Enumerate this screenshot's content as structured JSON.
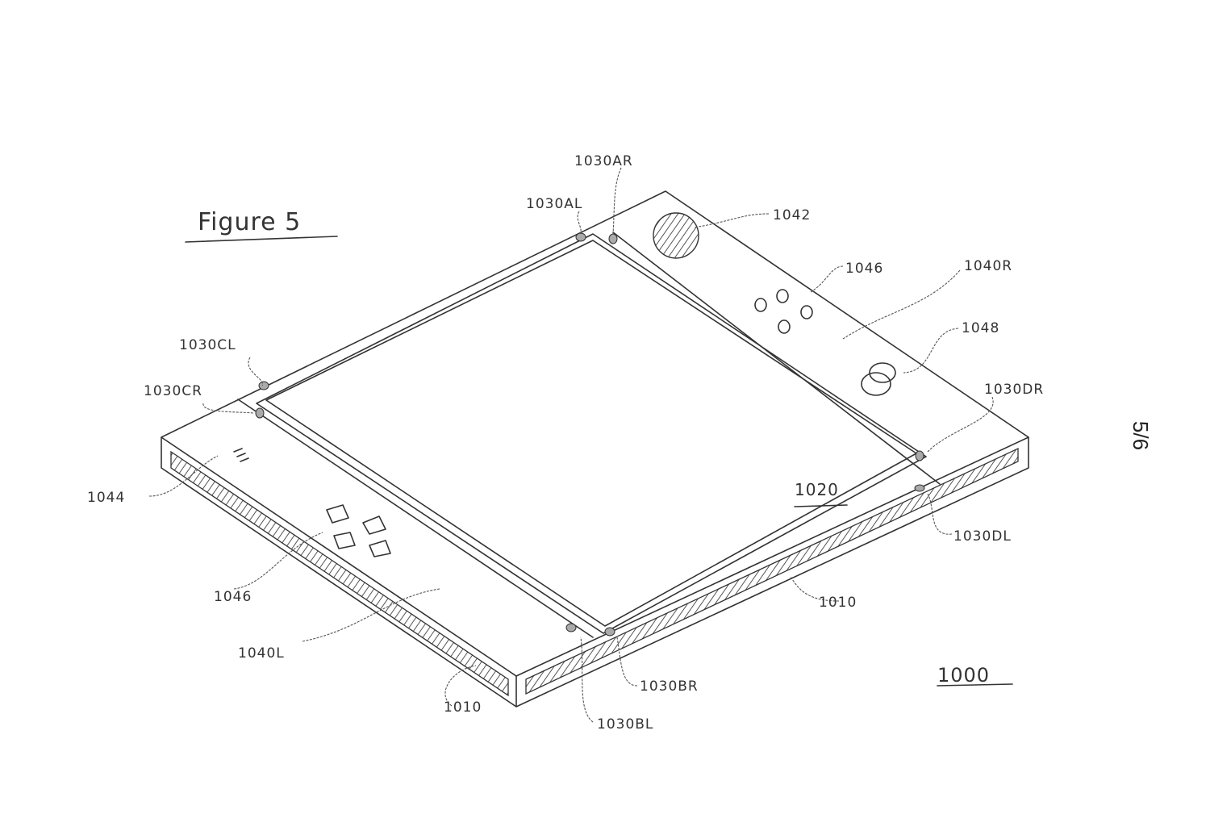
{
  "figure_title": "Figure 5",
  "sheet_number": "5/6",
  "reference_labels": {
    "device": "1000",
    "housing_right": "1010",
    "housing_left": "1010",
    "display": "1020",
    "connector_AL": "1030AL",
    "connector_AR": "1030AR",
    "connector_BL": "1030BL",
    "connector_BR": "1030BR",
    "connector_CL": "1030CL",
    "connector_CR": "1030CR",
    "connector_DL": "1030DL",
    "connector_DR": "1030DR",
    "controller_left": "1040L",
    "controller_right": "1040R",
    "speaker": "1042",
    "indicator": "1044",
    "buttons_left": "1046",
    "buttons_right": "1046",
    "joystick": "1048"
  }
}
